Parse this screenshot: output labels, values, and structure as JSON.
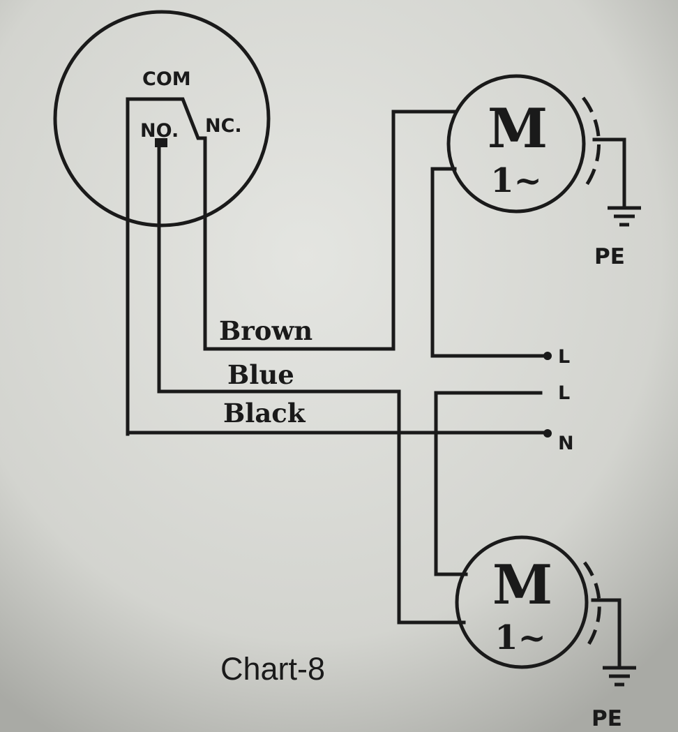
{
  "switch": {
    "com": "COM",
    "no": "NO.",
    "nc": "NC."
  },
  "wires": {
    "brown": "Brown",
    "blue": "Blue",
    "black": "Black"
  },
  "terminals": {
    "l1": "L",
    "l2": "L",
    "n": "N"
  },
  "motor_top": {
    "symbol": "M",
    "phase": "1~",
    "ground": "PE"
  },
  "motor_bottom": {
    "symbol": "M",
    "phase": "1~",
    "ground": "PE"
  },
  "caption": "Chart-8"
}
